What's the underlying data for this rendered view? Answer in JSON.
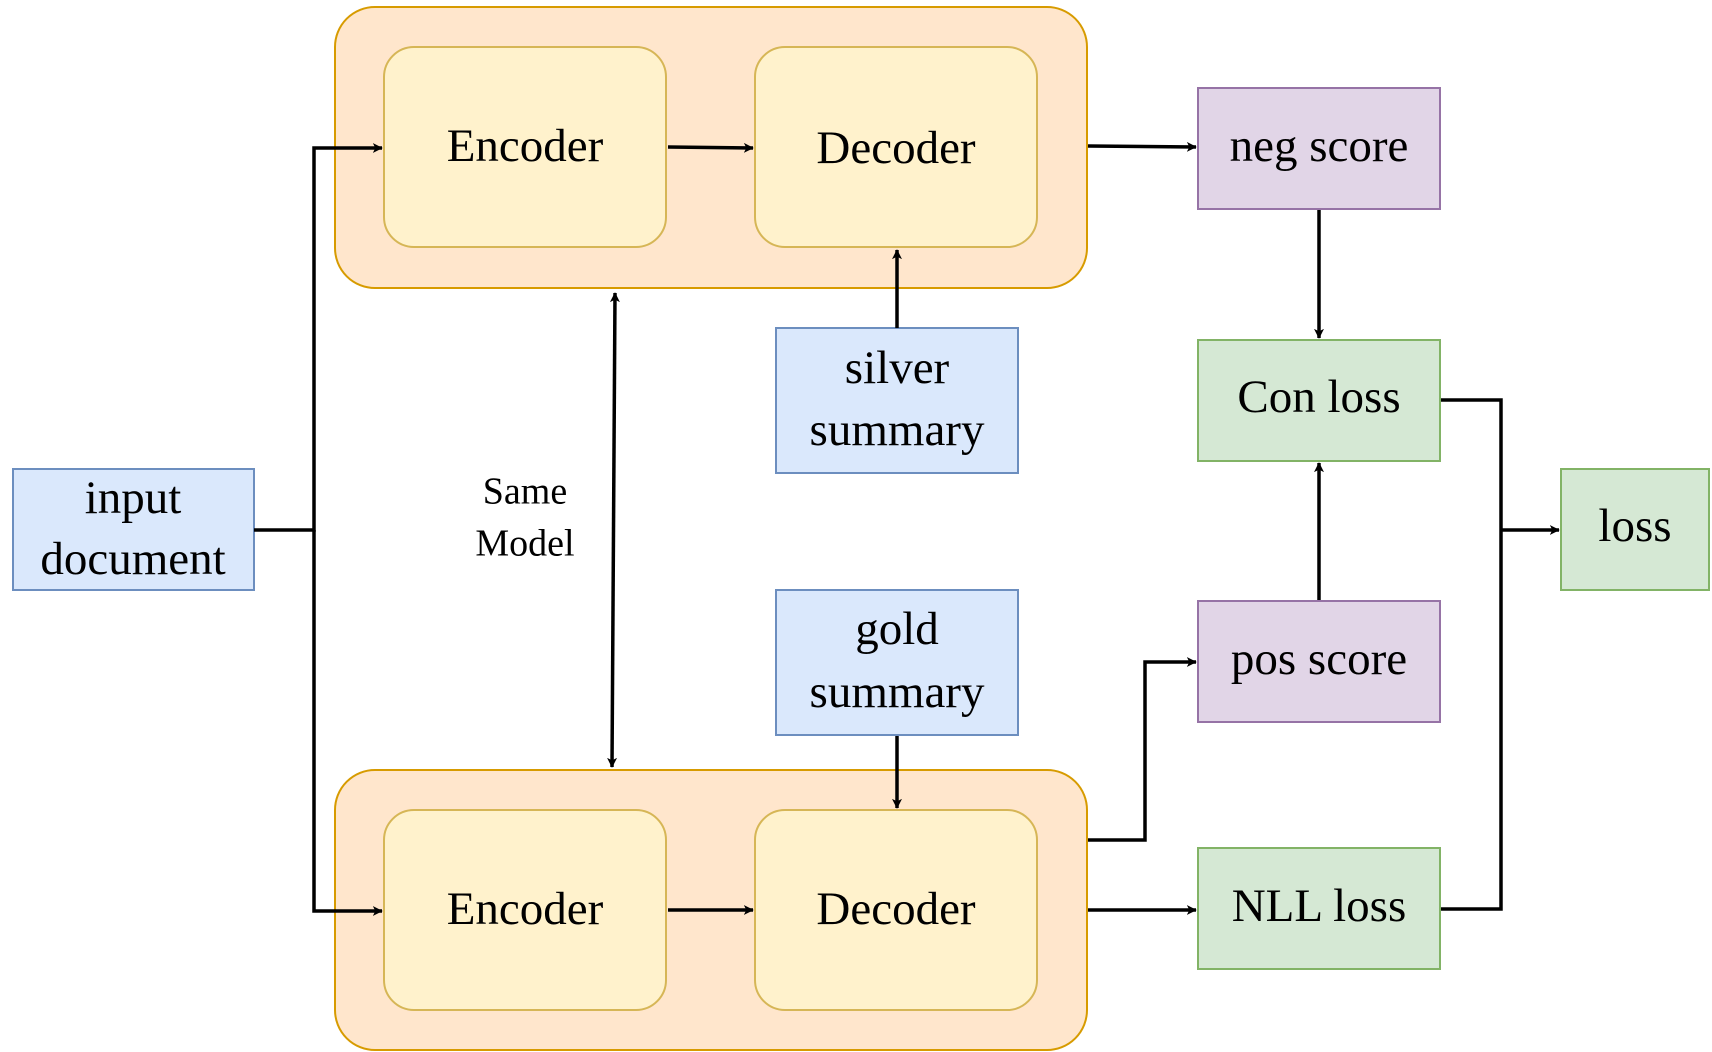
{
  "colors": {
    "model_fill": "#ffe6cc",
    "model_stroke": "#d79b00",
    "block_fill": "#fff2cc",
    "block_stroke": "#d6b656",
    "blue_fill": "#dae8fc",
    "blue_stroke": "#6c8ebf",
    "purple_fill": "#e1d5e7",
    "purple_stroke": "#9673a6",
    "green_fill": "#d5e8d4",
    "green_stroke": "#82b366"
  },
  "nodes": {
    "input_document": [
      "input",
      "document"
    ],
    "top_encoder": "Encoder",
    "top_decoder": "Decoder",
    "bottom_encoder": "Encoder",
    "bottom_decoder": "Decoder",
    "silver_summary": [
      "silver",
      "summary"
    ],
    "gold_summary": [
      "gold",
      "summary"
    ],
    "neg_score": "neg score",
    "pos_score": "pos score",
    "con_loss": "Con loss",
    "nll_loss": "NLL loss",
    "loss": "loss"
  },
  "annotations": {
    "same_model": [
      "Same",
      "Model"
    ]
  }
}
